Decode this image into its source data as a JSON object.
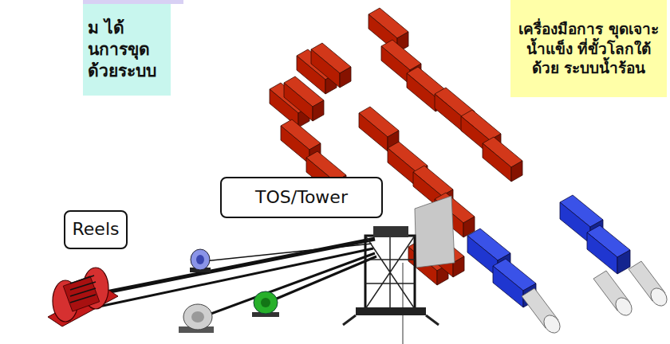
{
  "diagram": {
    "nodes": [
      {
        "text": [
          "ม ได้ นการขุด ด้วยระบบ"
        ]
      },
      {
        "text": [
          "เครื่องมือการ ขุดเจาะน้ำแข็ง ที่ขั้วโลกใต้ด้วย ระบบน้ำร้อน"
        ]
      },
      {
        "text": [
          "Reels"
        ]
      },
      {
        "text": [
          "TOS/Tower"
        ]
      }
    ]
  }
}
